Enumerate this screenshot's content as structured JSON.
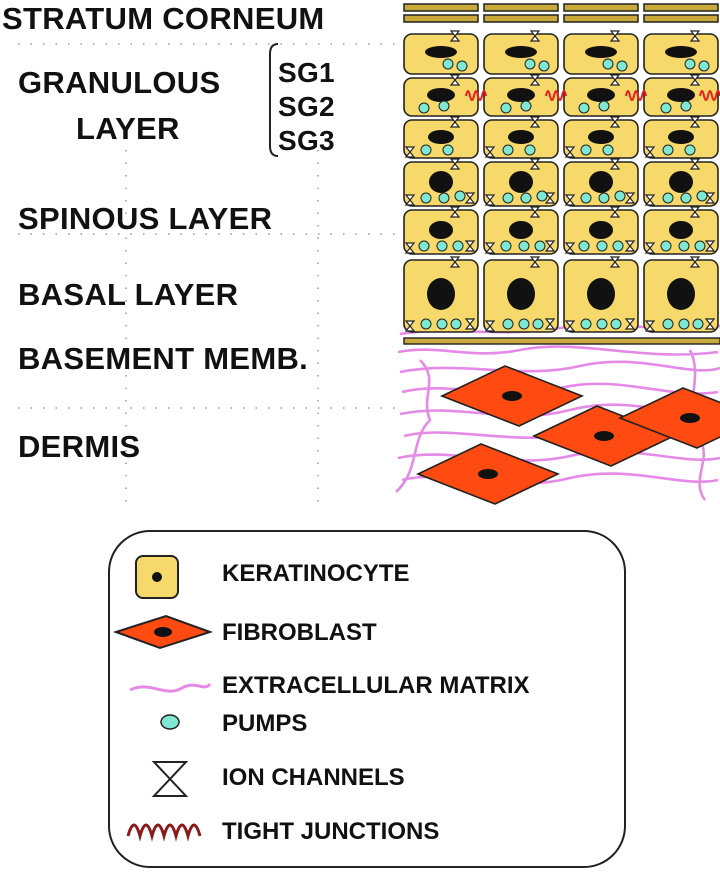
{
  "labels": {
    "stratum_corneum": "STRATUM CORNEUM",
    "granulous_line1": "GRANULOUS",
    "granulous_line2": "LAYER",
    "sg1": "SG1",
    "sg2": "SG2",
    "sg3": "SG3",
    "spinous": "SPINOUS LAYER",
    "basal": "BASAL LAYER",
    "basement": "BASEMENT MEMB.",
    "dermis": "DERMIS"
  },
  "legend": {
    "keratinocyte": "KERATINOCYTE",
    "fibroblast": "FIBROBLAST",
    "ecm": "EXTRACELLULAR MATRIX",
    "pumps": "PUMPS",
    "ion_channels": "ION CHANNELS",
    "tight_junctions": "TIGHT JUNCTIONS"
  },
  "colors": {
    "keratinocyte_fill": "#f7d86a",
    "corneum_fill": "#c9a93a",
    "fibroblast_fill": "#ff4a12",
    "ecm_line": "#e58ae6",
    "pump_fill": "#7fe8d4",
    "tight_junction": "#e52020"
  },
  "icons": [
    "keratinocyte-icon",
    "fibroblast-icon",
    "ecm-icon",
    "pump-icon",
    "ion-channel-icon",
    "tight-junction-icon"
  ]
}
